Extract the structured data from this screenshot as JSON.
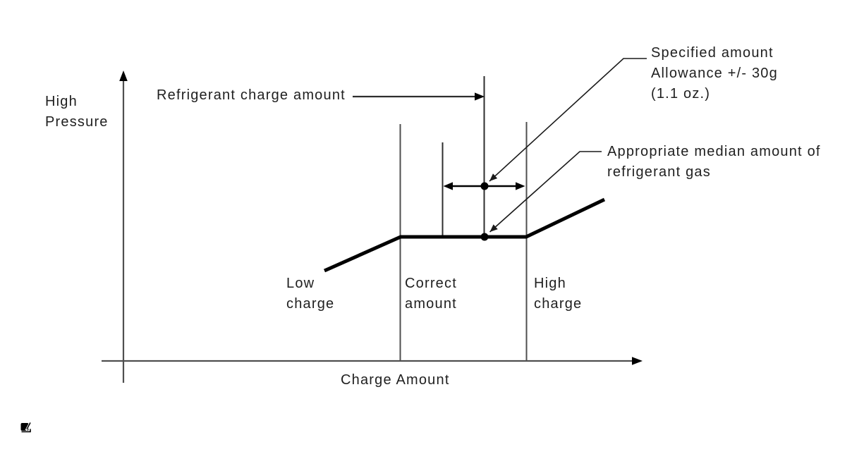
{
  "page": {
    "background": "#ffffff"
  },
  "diagram": {
    "y_axis_label": "High\nPressure",
    "x_axis_label": "Charge Amount",
    "pointer_label": "Refrigerant charge amount",
    "annotations": {
      "specified_amount": "Specified amount\nAllowance +/- 30g\n(1.1 oz.)",
      "appropriate_median": "Appropriate median amount of\nrefrigerant gas"
    },
    "zones": {
      "low": "Low\ncharge",
      "correct": "Correct\namount",
      "high": "High\ncharge"
    },
    "colors": {
      "curve": "#000000",
      "axis": "#4f4f4f",
      "marker_lines": "#2e2e2e",
      "text": "#1f1f1f"
    }
  },
  "chart_data": {
    "type": "line",
    "title": "",
    "xlabel": "Charge Amount",
    "ylabel": "High Pressure",
    "x_zones": [
      "Low charge",
      "Correct amount",
      "High charge"
    ],
    "series": [
      {
        "name": "High pressure vs refrigerant charge amount",
        "shape": "rises in low-charge zone, flat plateau across correct-amount zone, rises again in high-charge zone",
        "qualitative_points": [
          [
            "low charge start",
            "low pressure"
          ],
          [
            "correct amount start",
            "plateau pressure"
          ],
          [
            "correct amount end",
            "plateau pressure"
          ],
          [
            "high charge",
            "rising pressure"
          ]
        ]
      }
    ],
    "annotations": [
      "Refrigerant charge amount (arrow to target charge line)",
      "Specified amount Allowance +/- 30g (1.1 oz.) (arrow to allowance midpoint)",
      "Appropriate median amount of refrigerant gas (arrow to point on plateau)"
    ],
    "legend": "none",
    "grid": false
  }
}
